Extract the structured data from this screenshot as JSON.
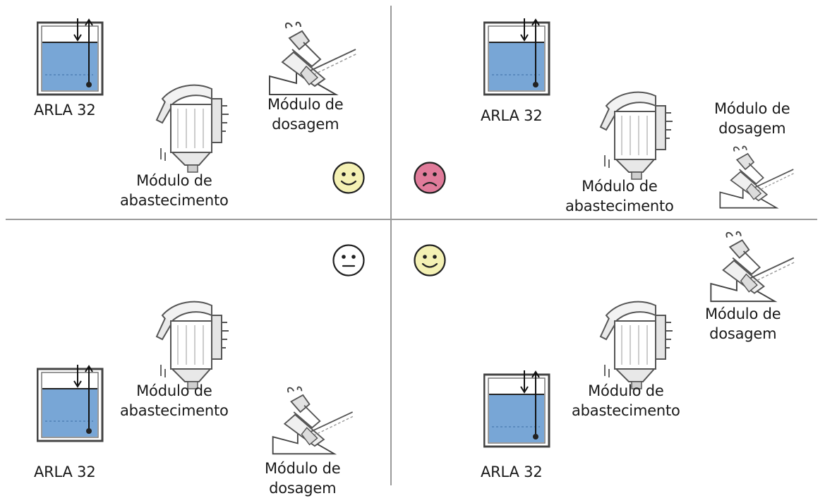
{
  "colors": {
    "divider": "#9a9a9a",
    "tank_liquid": "#78a6d6",
    "face_yellow": "#f4f1b4",
    "face_pink": "#e07b9a",
    "face_neutral": "#ffffff"
  },
  "quadrants": {
    "top_left": {
      "mood": "happy",
      "tank_label": "ARLA 32",
      "supply_label": [
        "Módulo de",
        "abastecimento"
      ],
      "dosing_label": [
        "Módulo de",
        "dosagem"
      ]
    },
    "top_right": {
      "mood": "sad",
      "tank_label": "ARLA 32",
      "supply_label": [
        "Módulo de",
        "abastecimento"
      ],
      "dosing_label": [
        "Módulo de",
        "dosagem"
      ]
    },
    "bottom_left": {
      "mood": "neutral",
      "tank_label": "ARLA 32",
      "supply_label": [
        "Módulo de",
        "abastecimento"
      ],
      "dosing_label": [
        "Módulo de",
        "dosagem"
      ]
    },
    "bottom_right": {
      "mood": "happy",
      "tank_label": "ARLA 32",
      "supply_label": [
        "Módulo de",
        "abastecimento"
      ],
      "dosing_label": [
        "Módulo de",
        "dosagem"
      ]
    }
  }
}
